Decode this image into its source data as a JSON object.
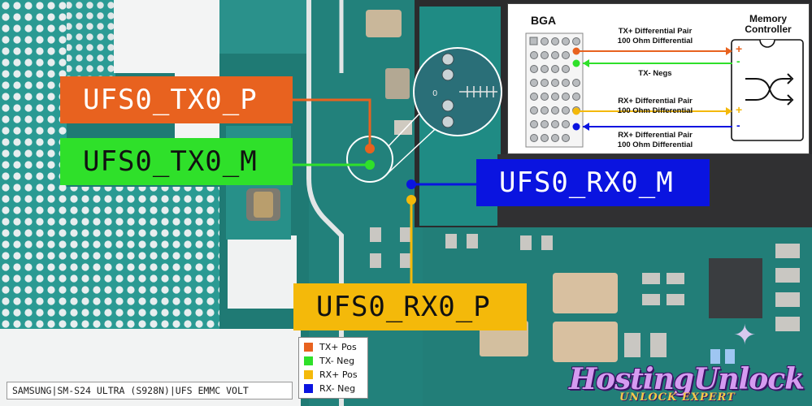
{
  "signal_labels": {
    "tx_p": "UFS0_TX0_P",
    "tx_m": "UFS0_TX0_M",
    "rx_m": "UFS0_RX0_M",
    "rx_p": "UFS0_RX0_P"
  },
  "diagram": {
    "bga_title": "BGA",
    "controller_title": "Memory Controller",
    "tx_plus_line1": "TX+ Differential Pair",
    "tx_plus_line2": "100 Ohm Differential",
    "tx_negs": "TX- Negs",
    "rx_plus_line1": "RX+ Differential Pair",
    "rx_plus_line2": "100 Ohm Differential",
    "rx_plus2_line1": "RX+ Differential Pair",
    "rx_plus2_line2": "100 Ohm Differential",
    "plus_sign": "+",
    "minus_sign": "-"
  },
  "legend": [
    {
      "label": "TX+ Pos",
      "color": "#e8621f"
    },
    {
      "label": "TX- Neg",
      "color": "#2fe02a"
    },
    {
      "label": "RX+ Pos",
      "color": "#f4b90a"
    },
    {
      "label": "RX- Neg",
      "color": "#0a14e0"
    }
  ],
  "footer_text": "SAMSUNG|SM-S24 ULTRA (S928N)|UFS EMMC VOLT",
  "watermark": {
    "title": "HostingUnlock",
    "subtitle": "UNLOCK EXPERT"
  },
  "colors": {
    "tx_pos": "#e8621f",
    "tx_neg": "#2fe02a",
    "rx_pos": "#f4b90a",
    "rx_neg": "#0a14e0",
    "pcb": "#1d6f6a"
  }
}
